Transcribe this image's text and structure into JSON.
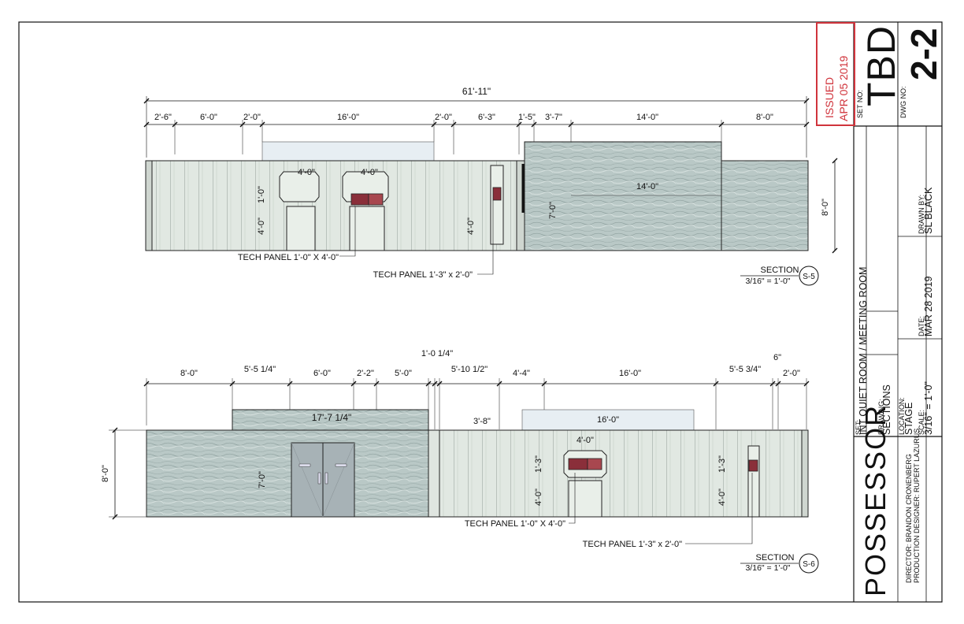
{
  "stamp": {
    "line1": "ISSUED",
    "line2": "APR 05 2019"
  },
  "title_block": {
    "set_no_label": "SET NO:",
    "set_no": "TBD",
    "dwg_no_label": "DWG NO:",
    "dwg_no": "2-2",
    "set_label": "SET:",
    "set_value": "INT QUIET ROOM / MEETING ROOM",
    "drawing_label": "DRAWING:",
    "drawing_value": "SECTIONS",
    "location_label": "LOCATION:",
    "location_value": "STAGE",
    "scale_label": "SCALE:",
    "scale_value": "3/16\" = 1'-0\"",
    "date_label": "DATE:",
    "date_value": "MAR 28 2019",
    "drawn_by_label": "DRAWN BY:",
    "drawn_by_value": "SL BLACK",
    "project": "POSSESSOR",
    "director": "DIRECTOR: BRANDON CRONENBERG",
    "designer": "PRODUCTION DESIGNER: RUPERT LAZURUS"
  },
  "section1": {
    "overall": "61'-11\"",
    "dims": [
      "2'-6\"",
      "6'-0\"",
      "2'-0\"",
      "16'-0\"",
      "2'-0\"",
      "6'-3\"",
      "1'-5\"",
      "3'-7\"",
      "14'-0\"",
      "8'-0\""
    ],
    "height": "8'-0\"",
    "inner": [
      "4'-0\"",
      "4'-0\"",
      "1'-0\"",
      "4'-0\"",
      "4'-0\"",
      "7'-0\"",
      "14'-0\""
    ],
    "tech_panel_a": "TECH PANEL 1'-0\" X 4'-0\"",
    "tech_panel_b": "TECH PANEL 1'-3\" x 2'-0\"",
    "label": "SECTION",
    "scale": "3/16\" = 1'-0\"",
    "id": "S-5"
  },
  "section2": {
    "dims": [
      "8'-0\"",
      "5'-5 1/4\"",
      "6'-0\"",
      "2'-2\"",
      "5'-0\"",
      "1'-0 1/4\"",
      "5'-10 1/2\"",
      "4'-4\"",
      "16'-0\"",
      "5'-5 3/4\"",
      "6\"",
      "2'-0\""
    ],
    "height": "8'-0\"",
    "inner": [
      "17'-7 1/4\"",
      "3'-8\"",
      "16'-0\"",
      "4'-0\"",
      "1'-3\"",
      "4'-0\"",
      "7'-0\"",
      "1'-3\"",
      "4'-0\""
    ],
    "tech_panel_a": "TECH PANEL 1'-0\" X 4'-0\"",
    "tech_panel_b": "TECH PANEL 1'-3\" x 2'-0\"",
    "label": "SECTION",
    "scale": "3/16\" = 1'-0\"",
    "id": "S-6"
  },
  "colors": {
    "stamp": "#d0343c",
    "panel": "#dfe6e0",
    "wood": "#b7c6c5",
    "soffit": "#e6eef3",
    "tech": "#8a2f3a"
  }
}
